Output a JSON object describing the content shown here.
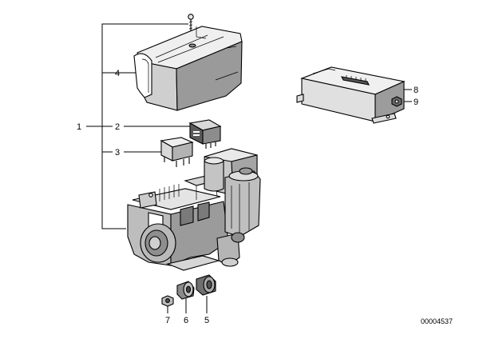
{
  "callouts": {
    "c1": "1",
    "c2": "2",
    "c3": "3",
    "c4": "4",
    "c5": "5",
    "c6": "6",
    "c7": "7",
    "c8": "8",
    "c9": "9"
  },
  "drawing_number": "00004537",
  "colors": {
    "line": "#000000",
    "fill_light": "#e6e6e6",
    "fill_mid": "#bdbdbd",
    "fill_dark": "#6a6a6a",
    "background": "#ffffff"
  }
}
